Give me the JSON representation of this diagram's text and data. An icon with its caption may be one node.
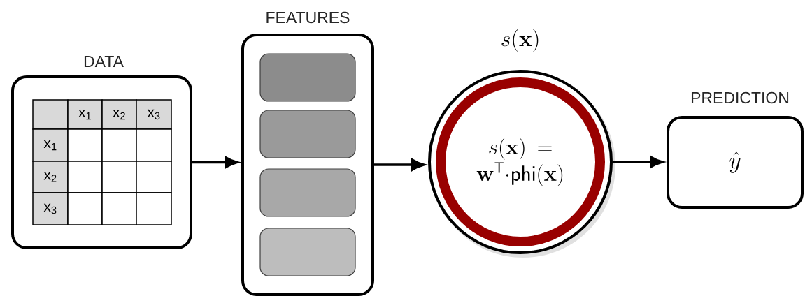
{
  "diagram": {
    "nodes": [
      {
        "text": [
          "DATA"
        ]
      },
      {
        "text": [
          "FEATURES"
        ]
      },
      {
        "text": [],
        "shape": "box",
        "in": 1
      },
      {
        "text": [],
        "shape": "box",
        "in": 1
      },
      {
        "text": [],
        "shape": "box",
        "in": 1
      },
      {
        "text": [],
        "shape": "box",
        "in": 1
      },
      {
        "text": [
          "s(\\mathbf{x})",
          "s(\\mathbf{x}) = \\mathbf{w}^{\\mathsf{T}}{\\cdot}\\mathsf{phi}(\\mathbf{x})"
        ]
      },
      {
        "text": [
          "PREDICTION",
          "\\hat{y}"
        ]
      }
    ],
    "edges": [
      {
        "from": 0,
        "to": 1,
        "arrow": "to"
      },
      {
        "from": 1,
        "to": 6,
        "arrow": "to"
      },
      {
        "from": 6,
        "to": 7,
        "arrow": "to"
      }
    ],
    "labels": [
      "x$_{1}$",
      "x$_{2}$",
      "x$_{3}$",
      "x$_{1}$",
      "x$_{2}$",
      "x$_{3}$"
    ]
  }
}
